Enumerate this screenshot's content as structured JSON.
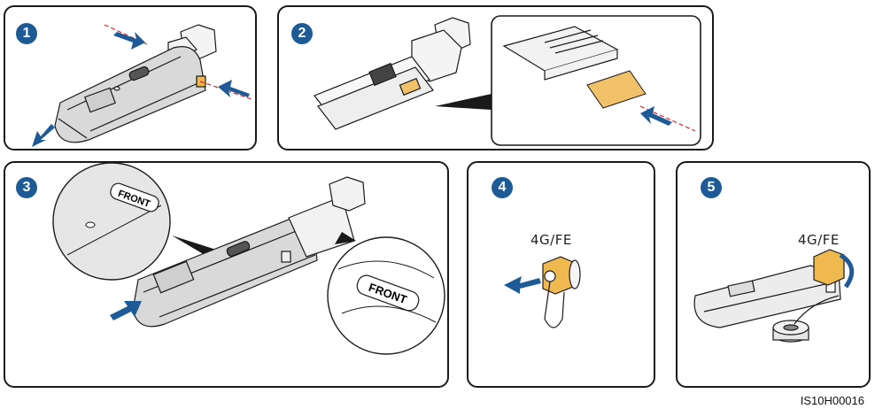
{
  "steps": [
    "1",
    "2",
    "3",
    "4",
    "5"
  ],
  "labels": {
    "front": "FRONT",
    "port_4": "4G/FE",
    "port_5": "4G/FE"
  },
  "figure_id": "IS10H00016",
  "colors": {
    "step_badge": "#1d5a96",
    "arrow": "#1d5a96",
    "sim_card": "#f2c26b",
    "port_cap": "#efb950",
    "outline": "#1a1a1a",
    "guide_line": "#e0242a"
  }
}
